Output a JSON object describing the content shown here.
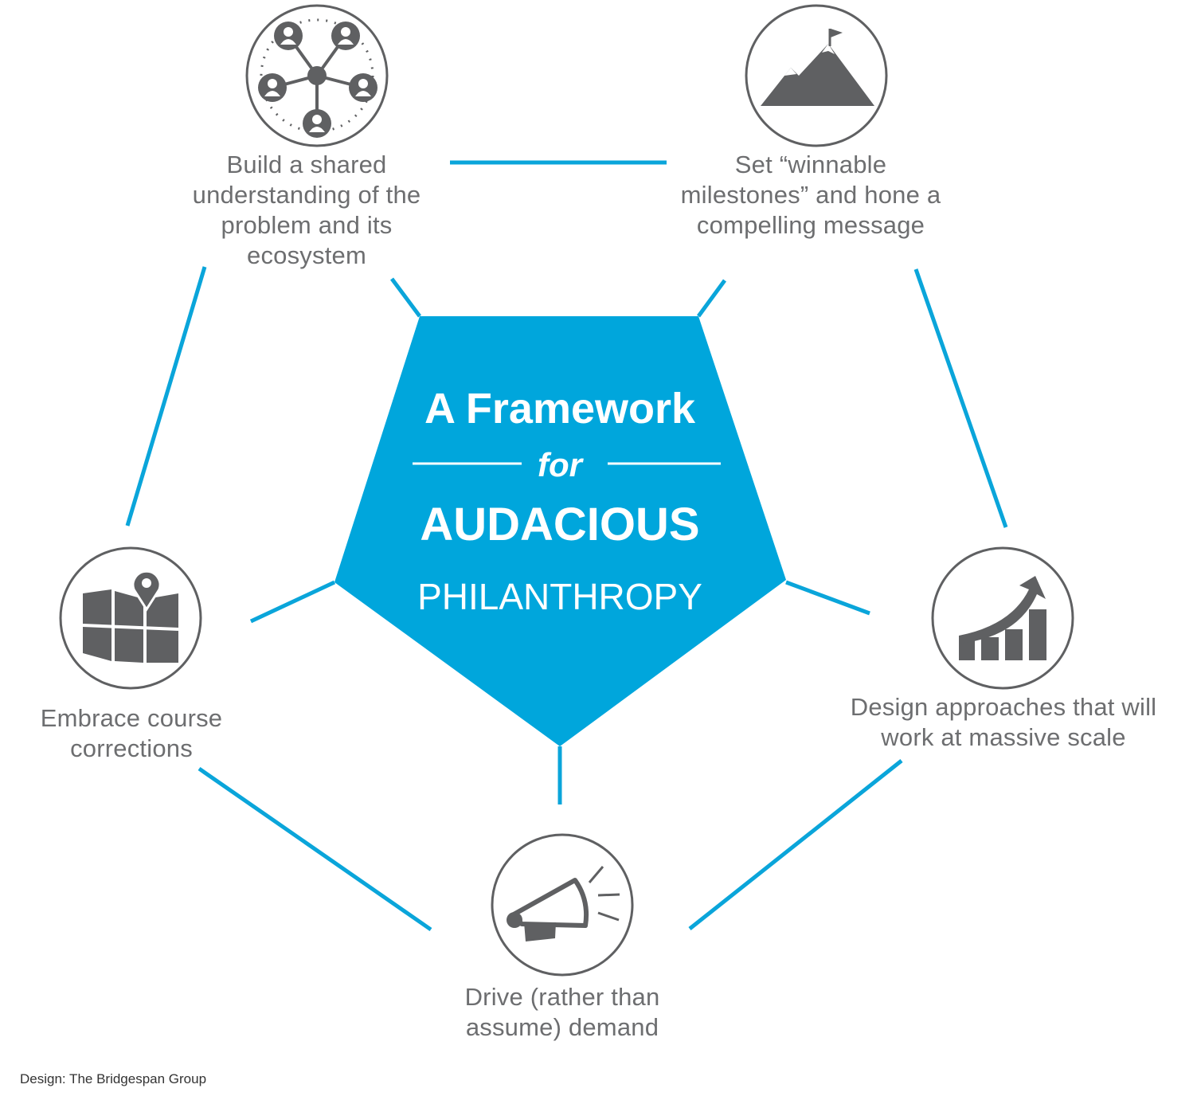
{
  "title": {
    "line1": "A Framework",
    "line2": "for",
    "line3": "AUDACIOUS",
    "line4": "PHILANTHROPY"
  },
  "steps": [
    {
      "label": "Build a shared understanding of the problem and its ecosystem",
      "icon": "network-people-icon"
    },
    {
      "label": "Set “winnable milestones” and hone a compelling message",
      "icon": "mountain-flag-icon"
    },
    {
      "label": "Design approaches that will work at massive scale",
      "icon": "growth-chart-icon"
    },
    {
      "label": "Drive (rather than assume) demand",
      "icon": "megaphone-icon"
    },
    {
      "label": "Embrace course corrections",
      "icon": "map-pin-icon"
    }
  ],
  "credit": "Design: The Bridgespan Group",
  "colors": {
    "accent": "#00a6dc",
    "icon": "#5f6062",
    "text": "#6d6e70"
  }
}
